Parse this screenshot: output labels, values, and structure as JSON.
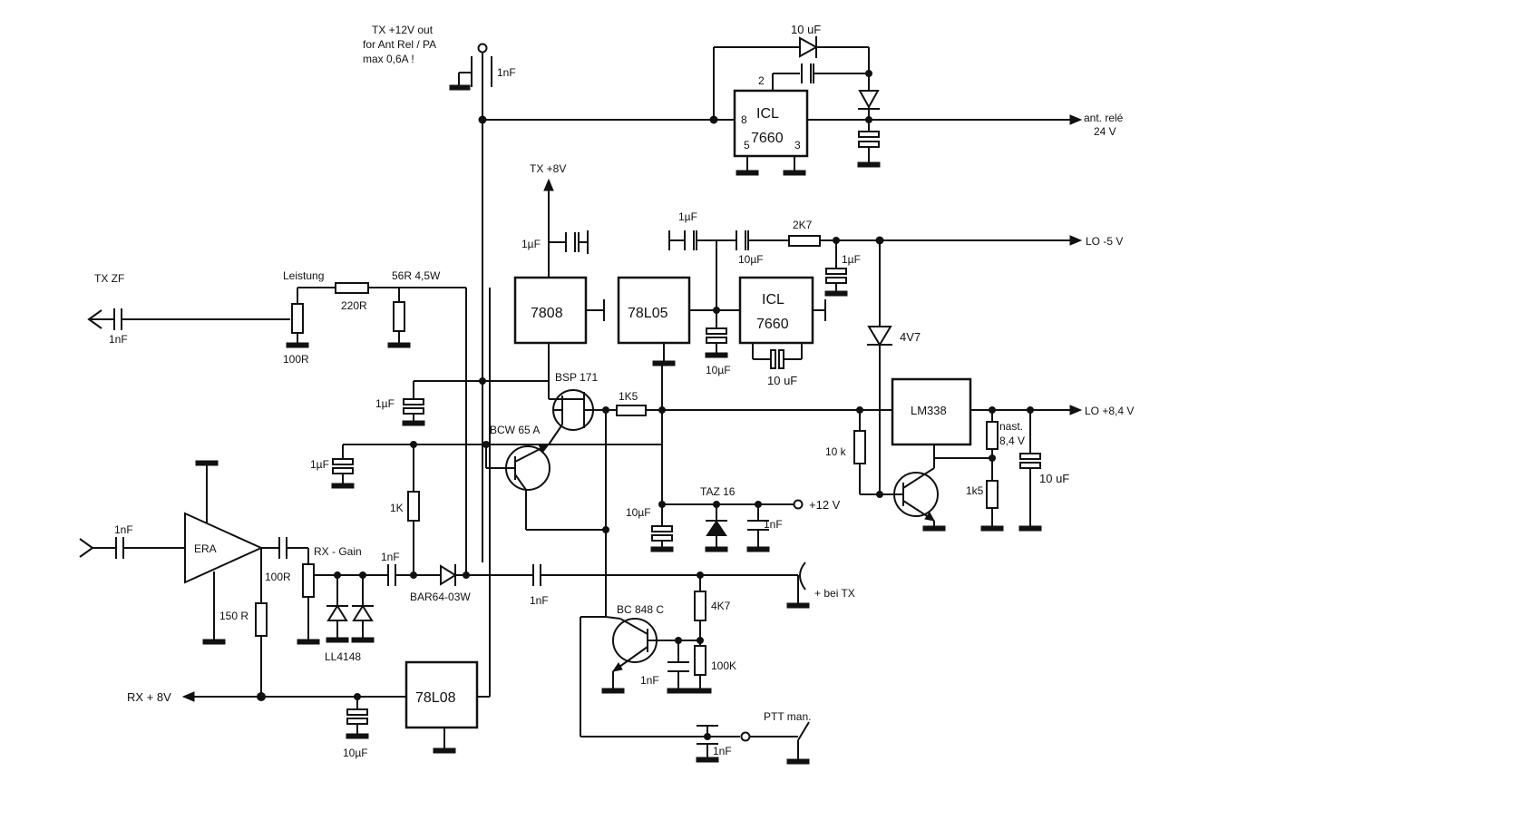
{
  "notes": {
    "tx12_line1": "TX +12V out",
    "tx12_line2": "for Ant Rel / PA",
    "tx12_line3": "max 0,6A !",
    "tx8": "TX +8V",
    "tx_zf": "TX ZF",
    "ant_rele_1": "ant. relé",
    "ant_rele_2": "24 V",
    "lo_minus5": "LO -5 V",
    "lo_plus84": "LO +8,4 V",
    "plus12": "+12 V",
    "bei_tx": "+ bei TX",
    "ptt": "PTT  man.",
    "rx8": "RX + 8V",
    "nast_1": "nast.",
    "nast_2": "8,4 V",
    "rx_gain": "RX - Gain",
    "leistung": "Leistung"
  },
  "ics": {
    "icl_top": "ICL",
    "icl_top_num": "7660",
    "icl_top_pin8": "8",
    "icl_top_pin2": "2",
    "icl_top_pin5": "5",
    "icl_top_pin3": "3",
    "icl_mid": "ICL",
    "icl_mid_num": "7660",
    "reg_7808": "7808",
    "reg_78l05": "78L05",
    "reg_78l08": "78L08",
    "reg_lm338": "LM338",
    "amp_era": "ERA"
  },
  "parts": {
    "c_1nf_tx12": "1nF",
    "c_10uf_top": "10 uF",
    "c_1uf_7808": "1µF",
    "c_1uf_78l05": "1µF",
    "c_10uf_icl": "10µF",
    "r_2k7": "2K7",
    "c_1uf_lo5": "1µF",
    "c_10uf_78l05": "10µF",
    "c_10uf_icl_bot": "10 uF",
    "d_4v7": "4V7",
    "c_1nf_txzf": "1nF",
    "r_220": "220R",
    "r_56": "56R  4,5W",
    "r_100_pot": "100R",
    "q_bsp171": "BSP 171",
    "r_1k5": "1K5",
    "c_1uf_a": "1µF",
    "q_bcw65": "BCW 65 A",
    "c_1uf_b": "1µF",
    "r_1k": "1K",
    "d_taz16": "TAZ 16",
    "c_10uf_taz": "10µF",
    "c_1nf_taz": "1nF",
    "r_10k": "10 k",
    "r_1k5_lm": "1k5",
    "c_10uf_lm": "10 uF",
    "c_1nf_era_in": "1nF",
    "r_100_gain": "100R",
    "r_150": "150 R",
    "d_ll4148": "LL4148",
    "c_1nf_gain": "1nF",
    "d_bar64": "BAR64-03W",
    "c_1nf_bei": "1nF",
    "q_bc848": "BC 848 C",
    "r_4k7": "4K7",
    "r_100k": "100K",
    "c_1nf_848": "1nF",
    "c_10uf_rx": "10µF",
    "c_1nf_ptt": "1nF"
  }
}
